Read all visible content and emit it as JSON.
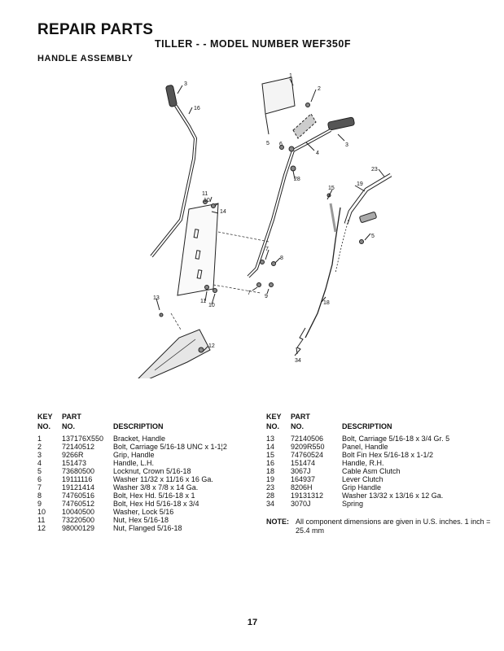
{
  "header": {
    "title": "REPAIR PARTS",
    "subtitle": "TILLER - - MODEL NUMBER  WEF350F",
    "section": "HANDLE ASSEMBLY"
  },
  "diagram_callouts": [
    "1",
    "2",
    "3",
    "3",
    "4",
    "5",
    "5",
    "6",
    "7",
    "7",
    "8",
    "9",
    "10",
    "10",
    "11",
    "11",
    "12",
    "13",
    "14",
    "15",
    "16",
    "18",
    "19",
    "23",
    "28",
    "34"
  ],
  "table_headers": {
    "key_top": "KEY",
    "key_bottom": "NO.",
    "part_top": "PART",
    "part_bottom": "NO.",
    "description": "DESCRIPTION"
  },
  "parts_left": [
    {
      "key": "1",
      "part": "137176X550",
      "desc": "Bracket, Handle"
    },
    {
      "key": "2",
      "part": "72140512",
      "desc": "Bolt, Carriage 5/16-18 UNC x 1-1¦2"
    },
    {
      "key": "3",
      "part": "9266R",
      "desc": "Grip, Handle"
    },
    {
      "key": "4",
      "part": "151473",
      "desc": "Handle, L.H."
    },
    {
      "key": "5",
      "part": "73680500",
      "desc": "Locknut, Crown 5/16-18"
    },
    {
      "key": "6",
      "part": "19111116",
      "desc": "Washer  11/32 x 11/16 x 16 Ga."
    },
    {
      "key": "7",
      "part": "19121414",
      "desc": "Washer  3/8 x 7/8 x 14 Ga."
    },
    {
      "key": "8",
      "part": "74760516",
      "desc": "Bolt, Hex Hd. 5/16-18 x 1"
    },
    {
      "key": "9",
      "part": "74760512",
      "desc": "Bolt, Hex Hd  5/16-18 x 3/4"
    },
    {
      "key": "10",
      "part": "10040500",
      "desc": "Washer, Lock  5/16"
    },
    {
      "key": "11",
      "part": "73220500",
      "desc": "Nut, Hex  5/16-18"
    },
    {
      "key": "12",
      "part": "98000129",
      "desc": "Nut, Flanged 5/16-18"
    }
  ],
  "parts_right": [
    {
      "key": "13",
      "part": "72140506",
      "desc": "Bolt, Carriage  5/16-18 x 3/4 Gr. 5"
    },
    {
      "key": "14",
      "part": "9209R550",
      "desc": "Panel, Handle"
    },
    {
      "key": "15",
      "part": "74760524",
      "desc": "Bolt Fin Hex 5/16-18 x 1-1/2"
    },
    {
      "key": "16",
      "part": "151474",
      "desc": "Handle, R.H."
    },
    {
      "key": "18",
      "part": "3067J",
      "desc": "Cable Asm Clutch"
    },
    {
      "key": "19",
      "part": "164937",
      "desc": "Lever Clutch"
    },
    {
      "key": "23",
      "part": "8206H",
      "desc": " Grip Handle"
    },
    {
      "key": "28",
      "part": "19131312",
      "desc": "Washer 13/32 x 13/16 x 12 Ga."
    },
    {
      "key": "34",
      "part": "3070J",
      "desc": "Spring"
    }
  ],
  "note": {
    "label": "NOTE:",
    "text": "All component dimensions are given in U.S. inches.   1 inch = 25.4 mm"
  },
  "page_number": "17"
}
